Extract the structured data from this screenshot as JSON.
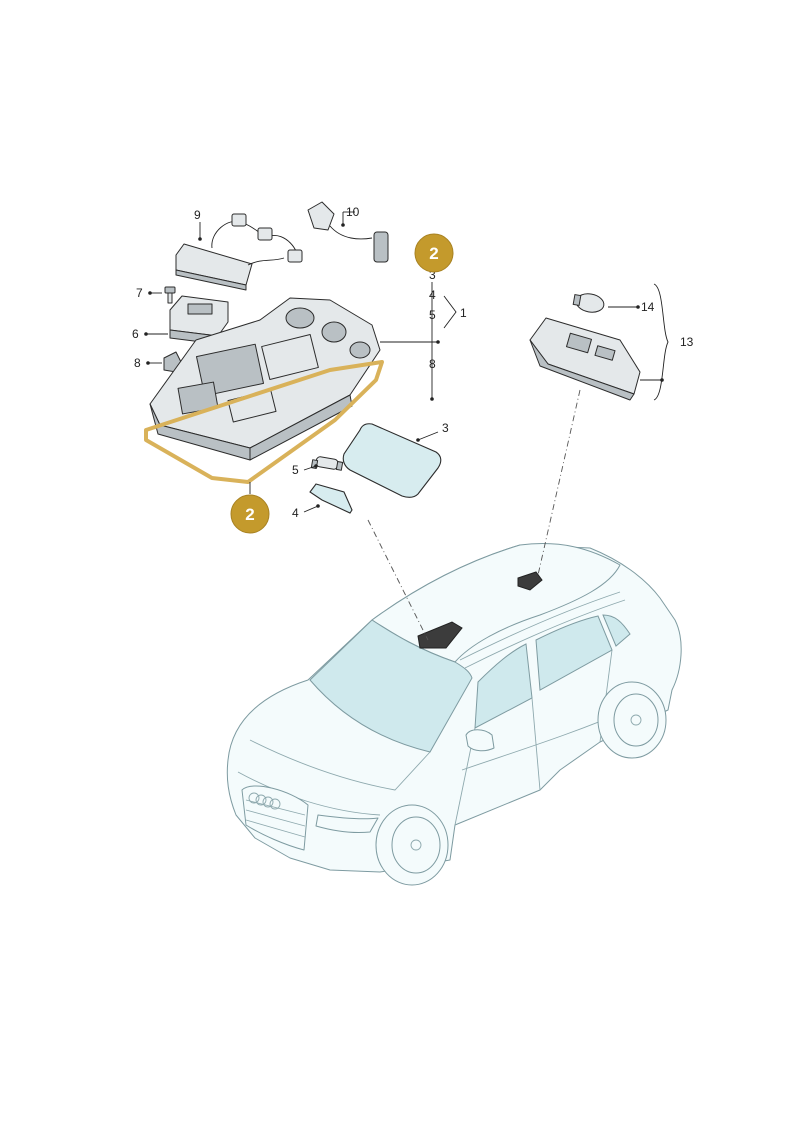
{
  "callouts": {
    "p1": "1",
    "p2a": "2",
    "p2b": "2",
    "p3a": "3",
    "p3b": "3",
    "p4a": "4",
    "p4b": "4",
    "p5a": "5",
    "p5b": "5",
    "p6": "6",
    "p7": "7",
    "p8a": "8",
    "p8b": "8",
    "p9": "9",
    "p10": "10",
    "p13": "13",
    "p14": "14"
  },
  "colors": {
    "badge": "#c49a2c",
    "seal_highlight": "#d9b25a",
    "glass": "#d7ecef",
    "car_outline": "#7e9ba1"
  }
}
